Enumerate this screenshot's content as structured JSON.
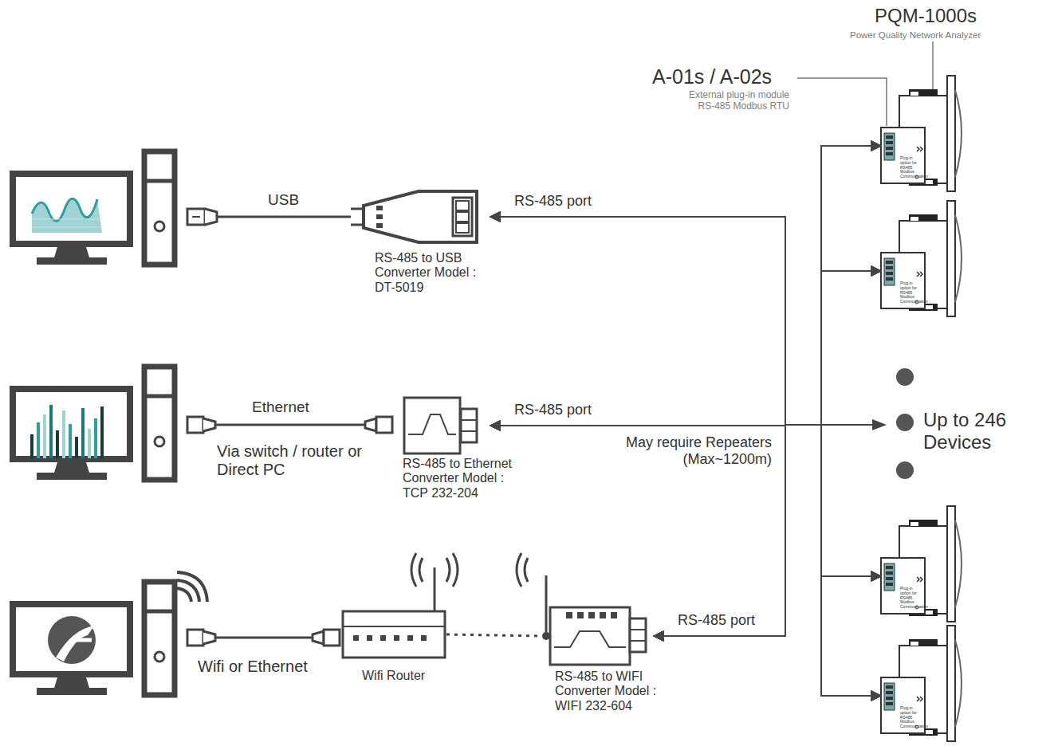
{
  "diagram": {
    "nodes": [
      {
        "text": [
          "RS-485 to USB Converter Model : DT-5019"
        ]
      },
      {
        "text": [
          "RS-485 to Ethernet Converter Model : TCP 232-204"
        ]
      },
      {
        "text": [
          "Wifi Router"
        ]
      },
      {
        "text": [
          "RS-485 to WIFI Converter Model : WIFI 232-604"
        ]
      },
      {
        "text": [
          "Plug-in option for RS485 Modbus Communication"
        ]
      },
      {
        "text": [
          "Plug-in option for RS485 Modbus Communication"
        ]
      },
      {
        "text": [
          "Plug-in option for RS485 Modbus Communication"
        ]
      },
      {
        "text": [
          "Plug-in option for RS485 Modbus Communication"
        ]
      }
    ],
    "edges": [
      {
        "from": 0,
        "to": 4,
        "arrow": "both",
        "label": "RS-485 port"
      },
      {
        "from": 0,
        "to": 5,
        "arrow": "both"
      },
      {
        "from": 0,
        "to": 6,
        "arrow": "both"
      },
      {
        "from": 0,
        "to": 7,
        "arrow": "both"
      },
      {
        "from": 1,
        "to": 4,
        "arrow": "both",
        "label": "RS-485 port"
      },
      {
        "from": 1,
        "to": 5,
        "arrow": "both"
      },
      {
        "from": 1,
        "to": 6,
        "arrow": "both"
      },
      {
        "from": 1,
        "to": 7,
        "arrow": "both"
      },
      {
        "from": 3,
        "to": 4,
        "arrow": "both",
        "label": "RS-485 port"
      },
      {
        "from": 3,
        "to": 5,
        "arrow": "both"
      },
      {
        "from": 3,
        "to": 6,
        "arrow": "both"
      },
      {
        "from": 3,
        "to": 7,
        "arrow": "both"
      },
      {
        "from": 2,
        "to": 3,
        "arrow": "none"
      }
    ],
    "labels": [
      "PQM-1000s",
      "Power Quality Network Analyzer",
      "A-01s / A-02s",
      "External plug-in module RS-485 Modbus RTU",
      "USB",
      "Ethernet",
      "Via switch / router or Direct PC",
      "May require Repeaters (Max~1200m)",
      "Up to 246 Devices",
      "Wifi or Ethernet"
    ]
  }
}
